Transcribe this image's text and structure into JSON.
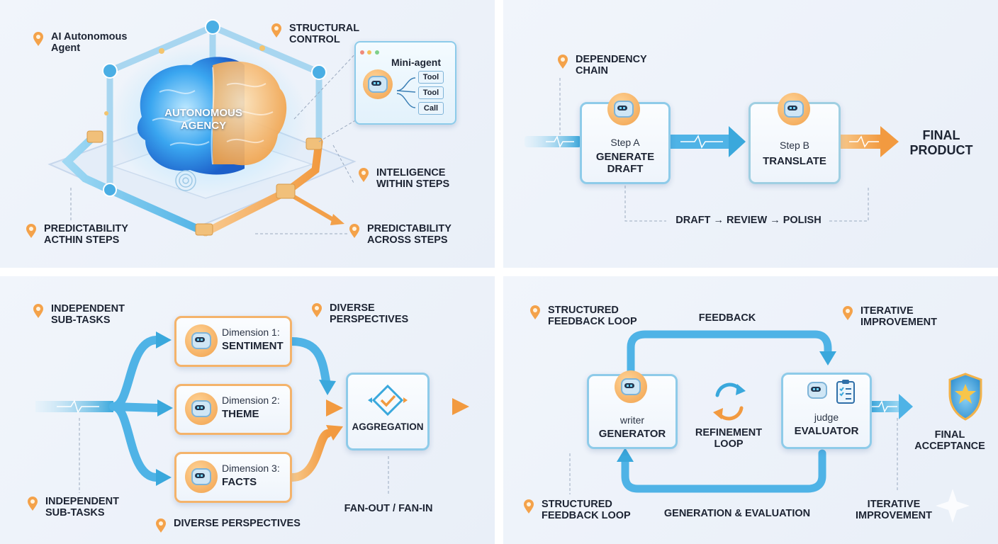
{
  "panel1": {
    "brain_label": [
      "AUTONOMOUS",
      "AGENCY"
    ],
    "labels": {
      "ai_agent": [
        "AI Autonomous",
        "Agent"
      ],
      "structural_control": [
        "STRUCTURAL",
        "CONTROL"
      ],
      "inteligence": [
        "INTELIGENCE",
        "WITHIN STEPS"
      ],
      "predict_within": [
        "PREDICTABILITY",
        "ACTHIN STEPS"
      ],
      "predict_across": [
        "PREDICTABILITY",
        "ACROSS STEPS"
      ]
    },
    "mini_agent": {
      "title": "Mini-agent",
      "tools": [
        "Tool",
        "Tool",
        "Call"
      ]
    }
  },
  "panel2": {
    "dependency": [
      "DEPENDENCY",
      "CHAIN"
    ],
    "step_a": {
      "name": "Step A",
      "action": [
        "GENERATE",
        "DRAFT"
      ]
    },
    "step_b": {
      "name": "Step B",
      "action": [
        "TRANSLATE"
      ]
    },
    "final": [
      "FINAL",
      "PRODUCT"
    ],
    "flow": "DRAFT → REVIEW → POLISH"
  },
  "panel3": {
    "independent_top": [
      "INDEPENDENT",
      "SUB-TASKS"
    ],
    "independent_bottom": [
      "INDEPENDENT",
      "SUB-TASKS"
    ],
    "diverse_top": [
      "DIVERSE",
      "PERSPECTIVES"
    ],
    "diverse_bottom": "DIVERSE PERSPECTIVES",
    "dimensions": [
      {
        "name": "Dimension 1:",
        "topic": "SENTIMENT"
      },
      {
        "name": "Dimension 2:",
        "topic": "THEME"
      },
      {
        "name": "Dimension 3:",
        "topic": "FACTS"
      }
    ],
    "aggregation": "AGGREGATION",
    "fan": "FAN-OUT / FAN-IN"
  },
  "panel4": {
    "structured_top": [
      "STRUCTURED",
      "FEEDBACK LOOP"
    ],
    "structured_bottom": [
      "STRUCTURED",
      "FEEDBACK LOOP"
    ],
    "feedback": "FEEDBACK",
    "iterative_top": [
      "ITERATIVE",
      "IMPROVEMENT"
    ],
    "iterative_bottom": [
      "ITERATIVE",
      "IMPROVEMENT"
    ],
    "writer": {
      "role": "writer",
      "name": "GENERATOR"
    },
    "judge": {
      "role": "judge",
      "name": "EVALUATOR"
    },
    "refinement": [
      "REFINEMENT",
      "LOOP"
    ],
    "gen_eval": "GENERATION & EVALUATION",
    "final": [
      "FINAL",
      "ACCEPTANCE"
    ]
  },
  "colors": {
    "blue": "#3aa8dc",
    "orange": "#f4a24a",
    "text": "#1d2433"
  }
}
